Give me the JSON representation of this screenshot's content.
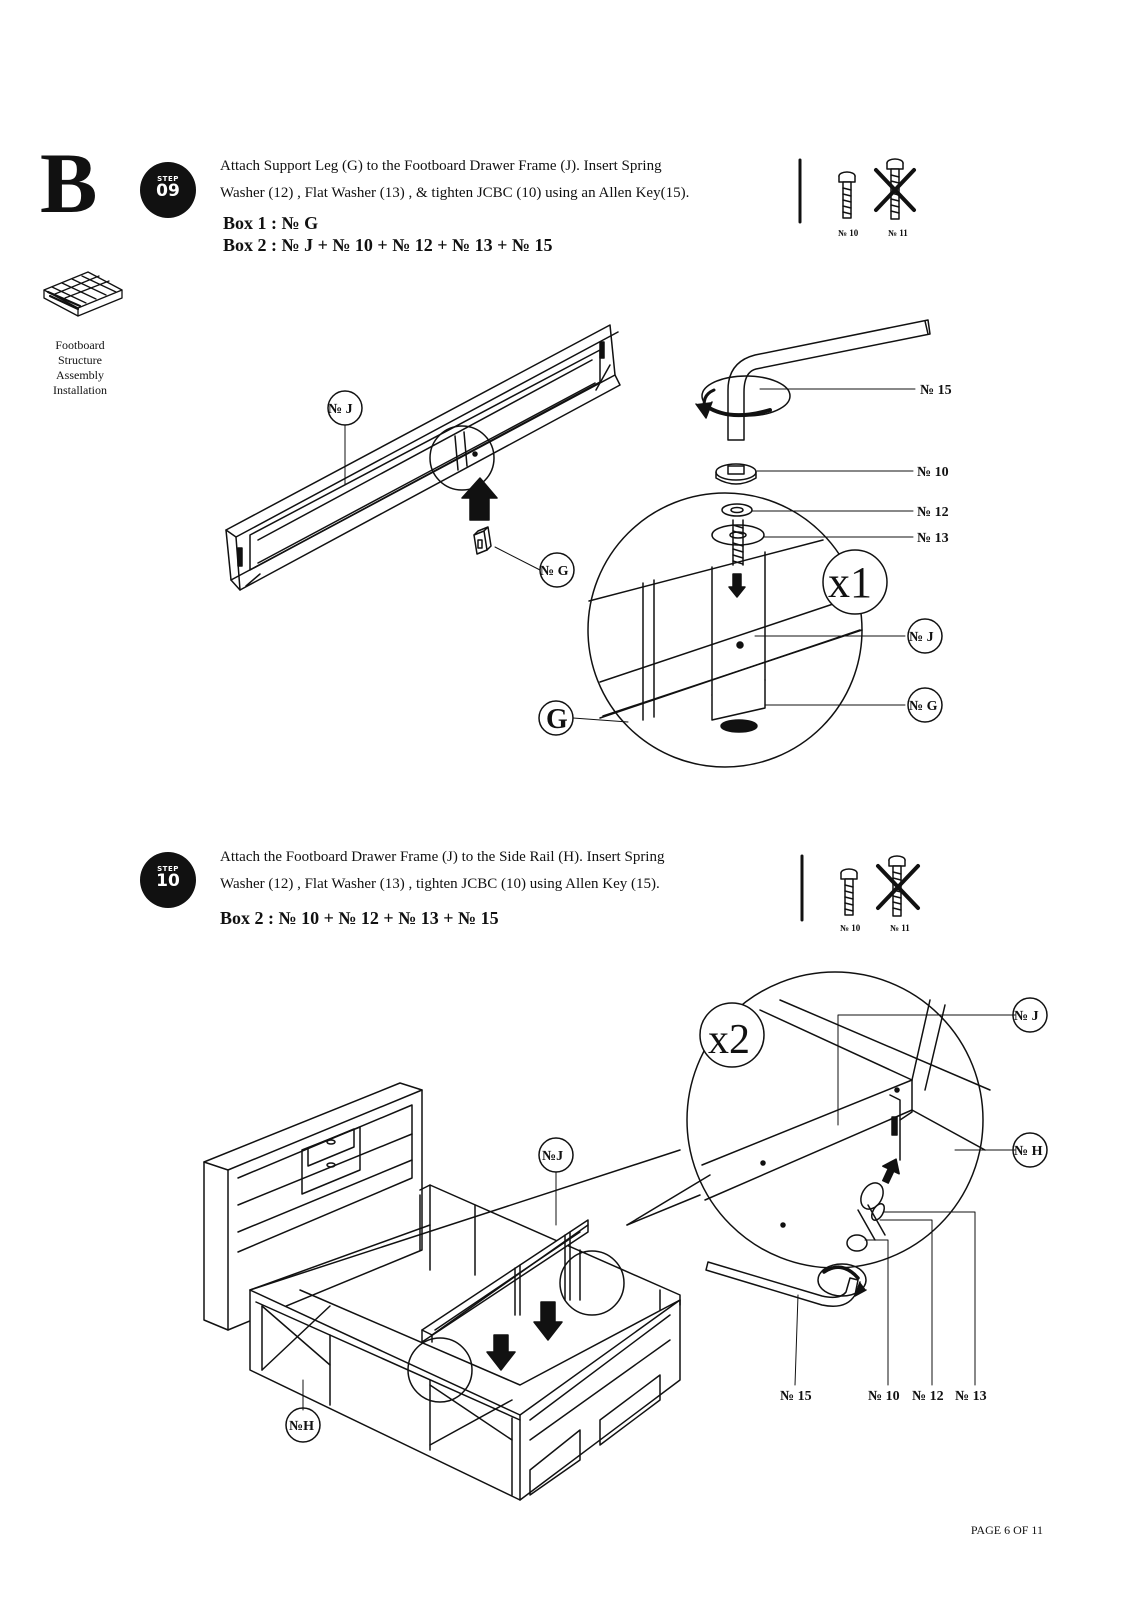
{
  "section": {
    "letter": "B",
    "caption": [
      "Footboard",
      "Structure",
      "Assembly",
      "Installation"
    ]
  },
  "step9": {
    "badge_label": "STEP",
    "badge_number": "09",
    "instructions": [
      "Attach Support Leg (G)  to the Footboard Drawer Frame (J). Insert Spring",
      "Washer (12) , Flat Washer (13) , & tighten JCBC (10) using an Allen Key(15)."
    ],
    "box_lines": [
      "Box 1 : № G",
      "Box 2 : № J  + № 10 + № 12 + № 13 + № 15"
    ],
    "hardware": {
      "allowed": "№ 10",
      "not_allowed": "№ 11"
    },
    "callouts": {
      "frame": "№ J",
      "leg": "№ G",
      "key": "№ 15",
      "bolt": "№ 10",
      "spring": "№ 12",
      "washer": "№ 13",
      "detail_frame": "№ J",
      "detail_leg": "№ G",
      "detail_letter": "G",
      "quantity": "x1"
    }
  },
  "step10": {
    "badge_label": "STEP",
    "badge_number": "10",
    "instructions": [
      "Attach the Footboard Drawer Frame (J) to the Side Rail (H). Insert Spring",
      "Washer (12) , Flat Washer (13) , tighten JCBC (10) using Allen Key (15)."
    ],
    "box_lines": [
      "Box 2 : № 10 + № 12 + № 13 + № 15"
    ],
    "hardware": {
      "allowed": "№ 10",
      "not_allowed": "№ 11"
    },
    "callouts": {
      "frame": "№J",
      "rail": "№H",
      "detail_frame": "№ J",
      "detail_rail": "№ H",
      "key": "№ 15",
      "bolt": "№ 10",
      "spring": "№ 12",
      "washer": "№ 13",
      "quantity": "x2"
    }
  },
  "footer": {
    "page": "PAGE 6 OF 11"
  }
}
